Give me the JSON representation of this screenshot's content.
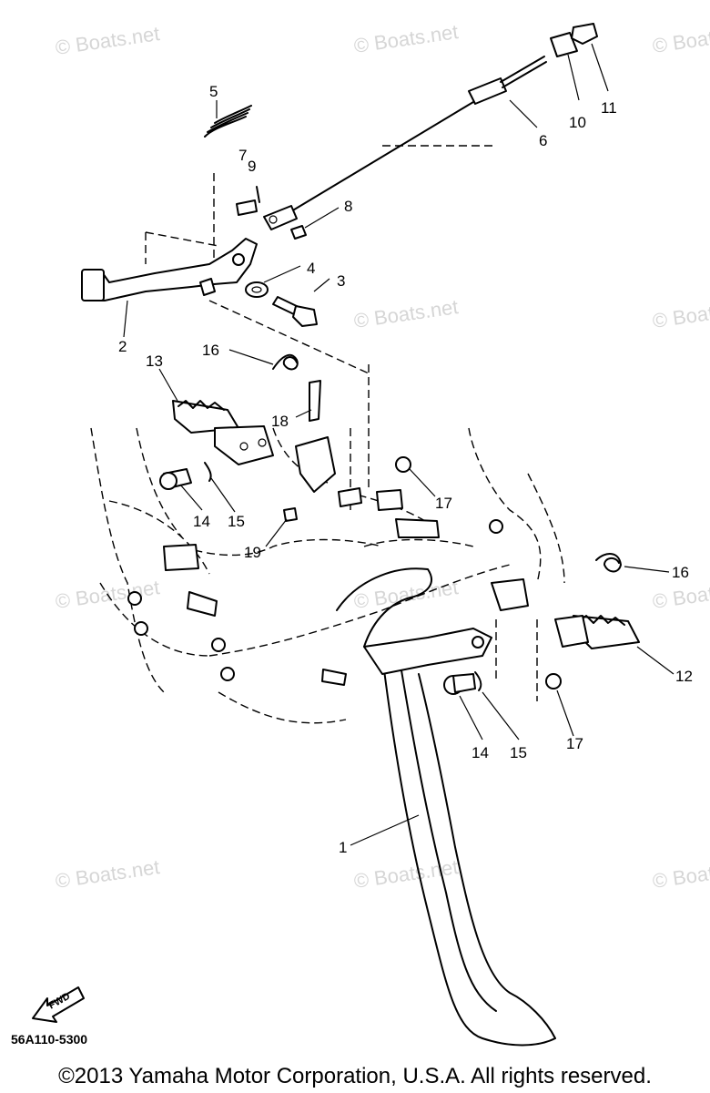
{
  "watermark": "© Boats.net",
  "drawing_code": "56A110-5300",
  "fwd_label": "FWD",
  "copyright": "©2013 Yamaha Motor Corporation, U.S.A. All rights reserved.",
  "callouts": [
    "1",
    "2",
    "3",
    "4",
    "5",
    "6",
    "7",
    "8",
    "9",
    "10",
    "11",
    "12",
    "13",
    "14",
    "15",
    "16",
    "17",
    "18",
    "19",
    "14",
    "15",
    "16",
    "17"
  ]
}
